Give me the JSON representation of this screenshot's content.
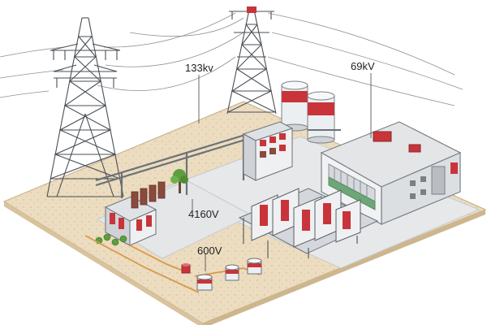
{
  "labels": {
    "transmission": "133kv",
    "substation": "69kV",
    "distribution_primary": "4160V",
    "distribution_secondary": "600V"
  },
  "colors": {
    "ground": "#ecdcc0",
    "pad": "#e6e8ea",
    "steel": "#4a4f55",
    "accent_red": "#c8343a",
    "building_wall": "#f1f2f3",
    "building_trim": "#6fa678",
    "tree": "#5d9e3f"
  }
}
